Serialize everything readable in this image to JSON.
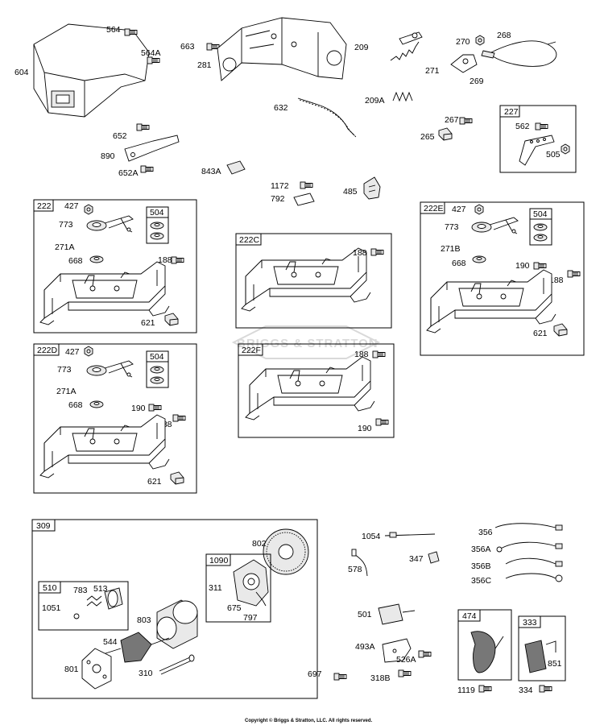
{
  "copyright": "Copyright © Briggs & Stratton, LLC. All rights reserved.",
  "watermark": "BRIGGS & STRATTON",
  "boxes": {
    "b222": "222",
    "b504a": "504",
    "b222c": "222C",
    "b222e": "222E",
    "b504b": "504",
    "b222d": "222D",
    "b504c": "504",
    "b222f": "222F",
    "b227": "227",
    "b309": "309",
    "b510": "510",
    "b1090": "1090",
    "b474": "474",
    "b333": "333"
  },
  "labels": {
    "l604": "604",
    "l564": "564",
    "l564a": "564A",
    "l663": "663",
    "l281": "281",
    "l209": "209",
    "l270": "270",
    "l268": "268",
    "l271": "271",
    "l269": "269",
    "l632": "632",
    "l209a": "209A",
    "l267": "267",
    "l265": "265",
    "l562": "562",
    "l505": "505",
    "l652": "652",
    "l890": "890",
    "l652a": "652A",
    "l843a": "843A",
    "l1172": "1172",
    "l792": "792",
    "l485": "485",
    "a427": "427",
    "a773": "773",
    "a271a": "271A",
    "a668": "668",
    "a188": "188",
    "a621": "621",
    "c188": "188",
    "e427": "427",
    "e773": "773",
    "e271b": "271B",
    "e668": "668",
    "e190": "190",
    "e188": "188",
    "e621": "621",
    "d427": "427",
    "d773": "773",
    "d271a": "271A",
    "d668": "668",
    "d190": "190",
    "d188": "188",
    "d621": "621",
    "f188": "188",
    "f190": "190",
    "l802": "802",
    "l311": "311",
    "l675": "675",
    "l797": "797",
    "l783": "783",
    "l513": "513",
    "l1051": "1051",
    "l803": "803",
    "l544": "544",
    "l801": "801",
    "l310": "310",
    "l697": "697",
    "l1054": "1054",
    "l347": "347",
    "l578": "578",
    "l356": "356",
    "l356a": "356A",
    "l356b": "356B",
    "l356c": "356C",
    "l501": "501",
    "l493a": "493A",
    "l526a": "526A",
    "l318b": "318B",
    "l1119": "1119",
    "l851": "851",
    "l334": "334"
  }
}
